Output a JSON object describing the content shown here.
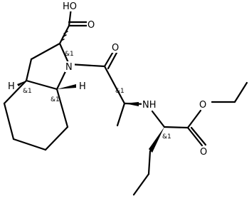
{
  "molecule": {
    "atoms": {
      "oh": "HO",
      "carbonyl_o_acid": "O",
      "carbonyl_o_amide": "O",
      "ring_n": "N",
      "amine_nh": "NH",
      "ester_o_single": "O",
      "ester_o_double": "O",
      "h_left": "H",
      "h_right": "H"
    },
    "stereo_labels": {
      "c2": "&1",
      "c3a": "&1",
      "c7a": "&1",
      "ala_alpha": "&1",
      "nva_alpha": "&1"
    }
  }
}
